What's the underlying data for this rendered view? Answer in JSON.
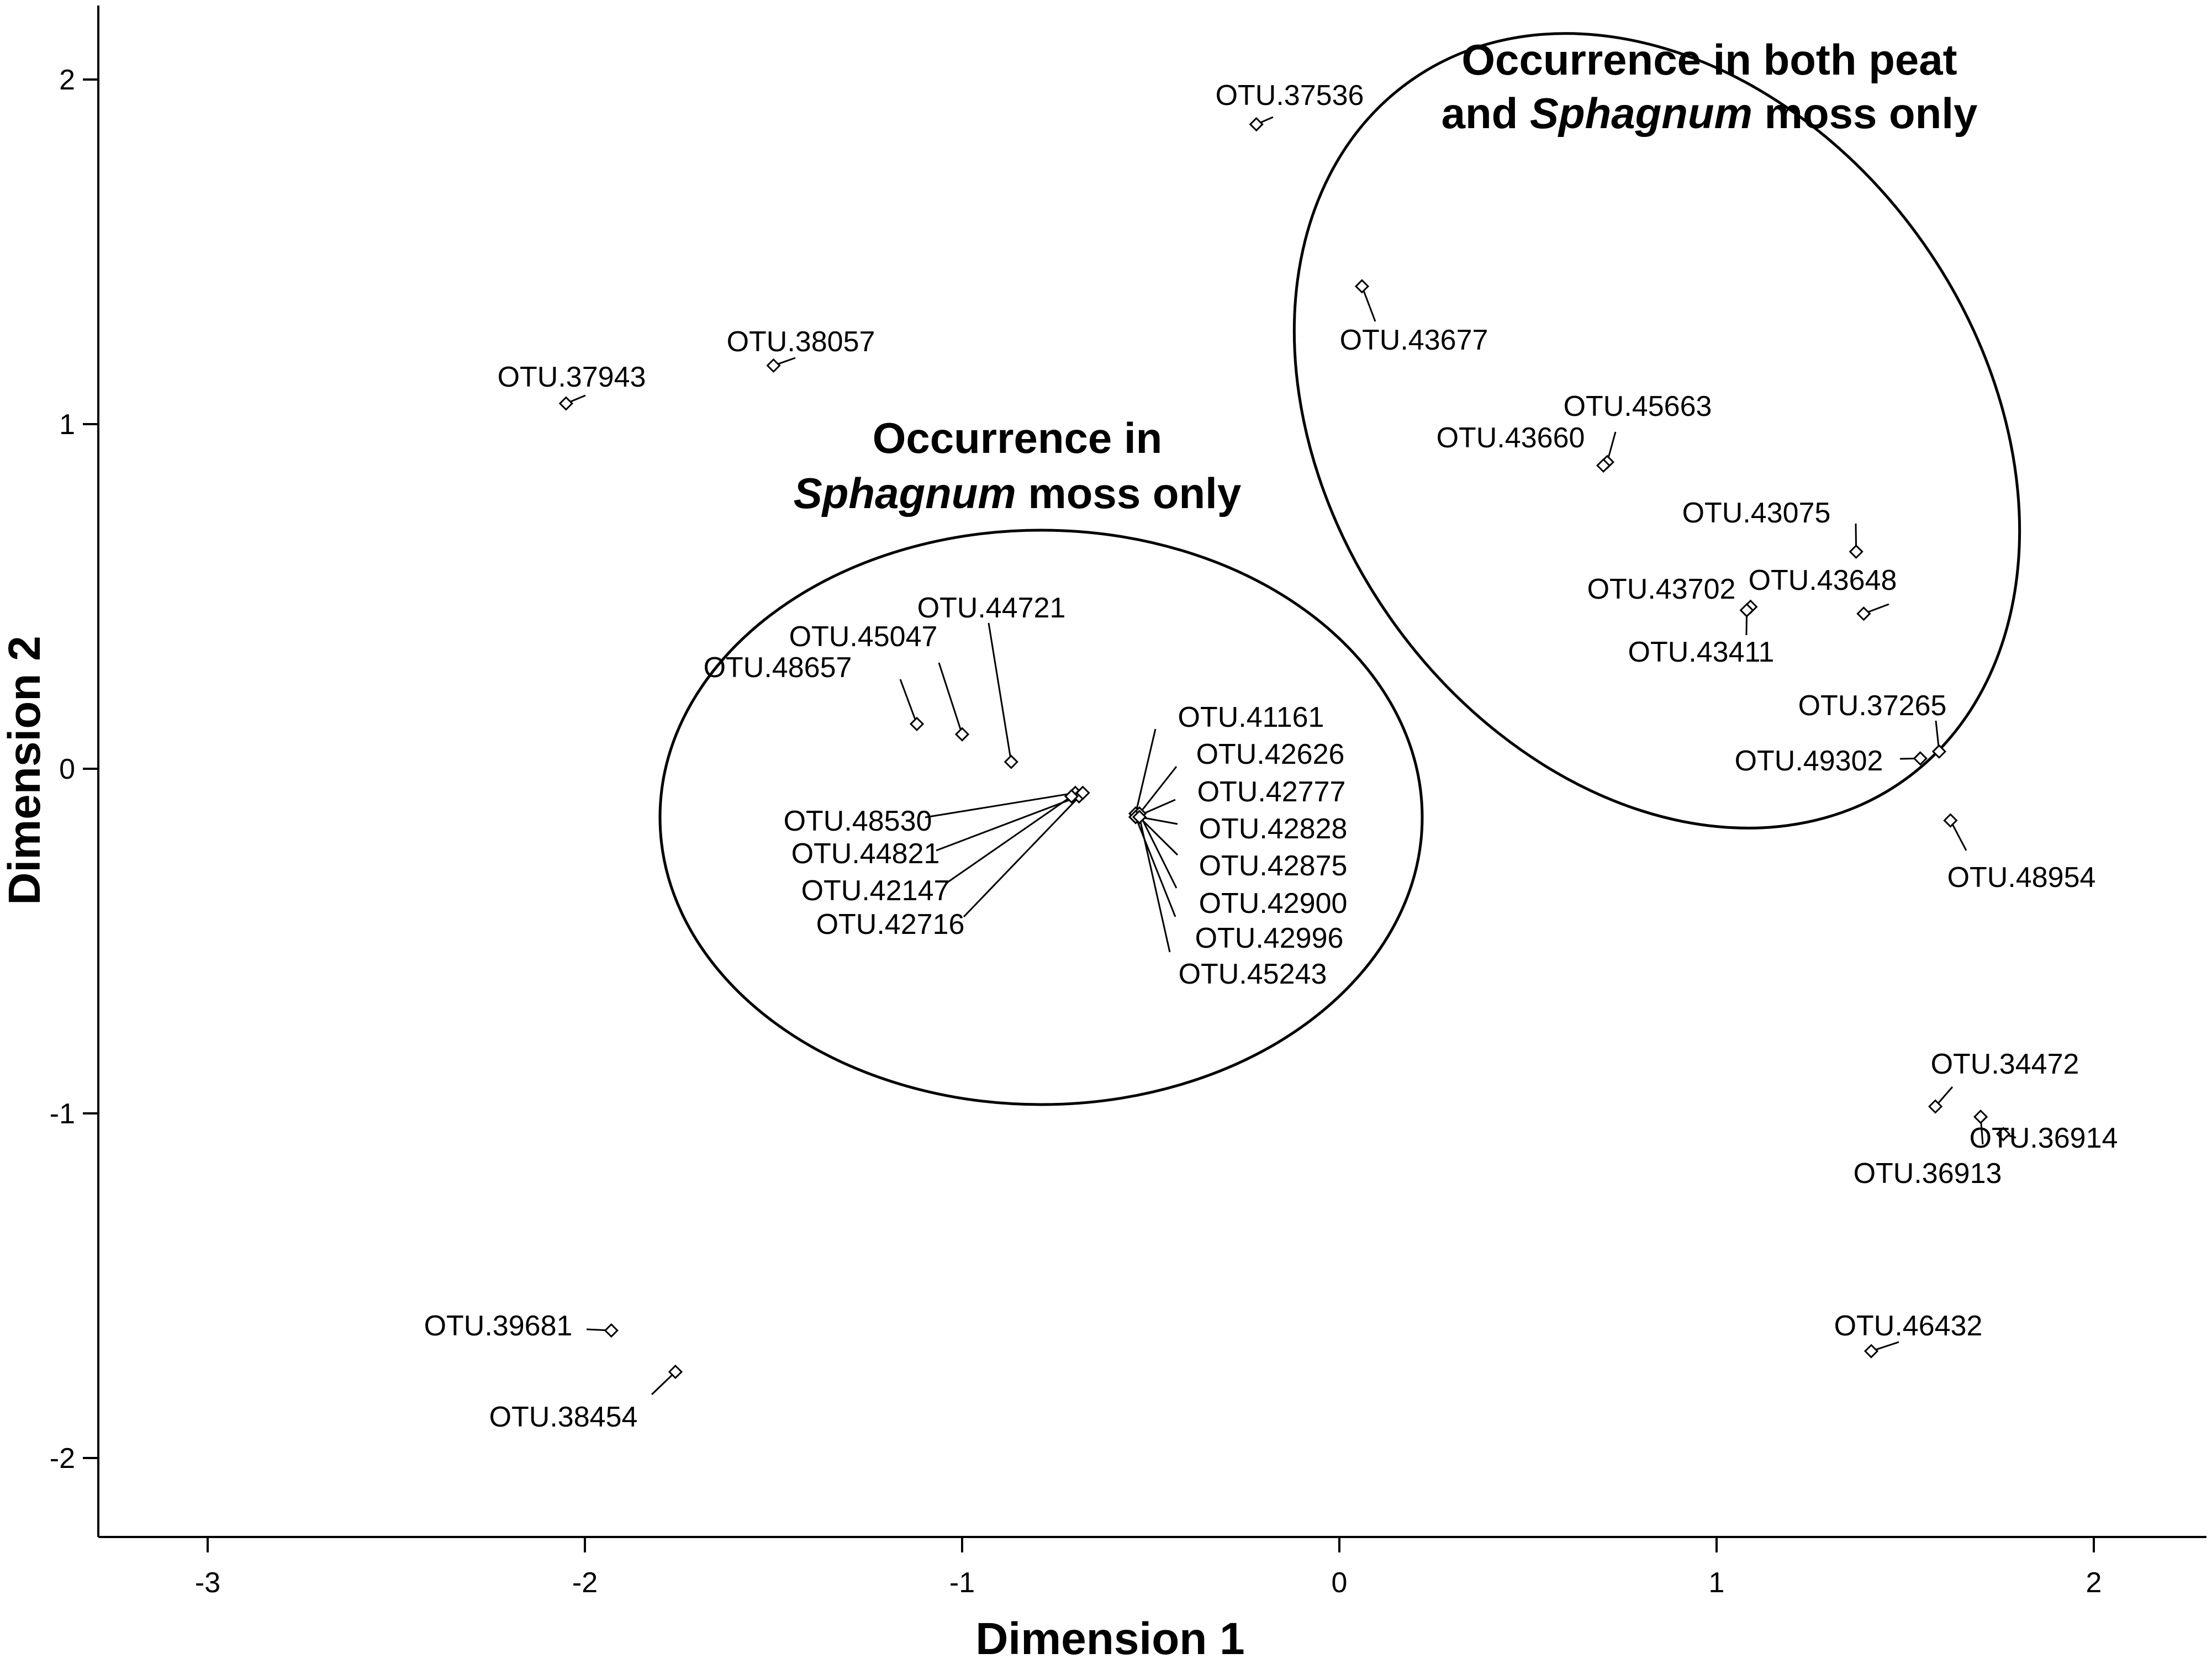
{
  "chart_data": {
    "type": "scatter",
    "xlabel": "Dimension 1",
    "ylabel": "Dimension 2",
    "xlim": [
      -3.28,
      2.28
    ],
    "ylim": [
      -2.22,
      2.22
    ],
    "x_ticks": [
      -3,
      -2,
      -1,
      0,
      1,
      2
    ],
    "y_ticks": [
      -2,
      -1,
      0,
      1,
      2
    ],
    "x_tick_labels": [
      "-3",
      "-2",
      "-1",
      "0",
      "1",
      "2"
    ],
    "y_tick_labels": [
      "-2",
      "-1",
      "0",
      "1",
      "2"
    ],
    "grid": false,
    "marker": "diamond",
    "points": [
      {
        "label": "OTU.37536",
        "x": -0.22,
        "y": 1.87
      },
      {
        "label": "OTU.38057",
        "x": -1.5,
        "y": 1.17
      },
      {
        "label": "OTU.37943",
        "x": -2.05,
        "y": 1.06
      },
      {
        "label": "OTU.43677",
        "x": 0.06,
        "y": 1.4
      },
      {
        "label": "OTU.45663",
        "x": 0.71,
        "y": 0.89
      },
      {
        "label": "OTU.43660",
        "x": 0.7,
        "y": 0.88
      },
      {
        "label": "OTU.43075",
        "x": 1.37,
        "y": 0.63
      },
      {
        "label": "OTU.43648",
        "x": 1.39,
        "y": 0.45
      },
      {
        "label": "OTU.43702",
        "x": 1.09,
        "y": 0.47
      },
      {
        "label": "OTU.43411",
        "x": 1.08,
        "y": 0.46
      },
      {
        "label": "OTU.37265",
        "x": 1.59,
        "y": 0.05
      },
      {
        "label": "OTU.49302",
        "x": 1.54,
        "y": 0.03
      },
      {
        "label": "OTU.48954",
        "x": 1.62,
        "y": -0.15
      },
      {
        "label": "OTU.44721",
        "x": -0.87,
        "y": 0.02
      },
      {
        "label": "OTU.45047",
        "x": -1.0,
        "y": 0.1
      },
      {
        "label": "OTU.48657",
        "x": -1.12,
        "y": 0.13
      },
      {
        "label": "OTU.48530",
        "x": -0.7,
        "y": -0.07
      },
      {
        "label": "OTU.44821",
        "x": -0.69,
        "y": -0.08
      },
      {
        "label": "OTU.42147",
        "x": -0.71,
        "y": -0.08
      },
      {
        "label": "OTU.42716",
        "x": -0.68,
        "y": -0.07
      },
      {
        "label": "OTU.41161",
        "x": -0.54,
        "y": -0.13
      },
      {
        "label": "OTU.42626",
        "x": -0.53,
        "y": -0.13
      },
      {
        "label": "OTU.42777",
        "x": -0.54,
        "y": -0.14
      },
      {
        "label": "OTU.42828",
        "x": -0.53,
        "y": -0.14
      },
      {
        "label": "OTU.42875",
        "x": -0.54,
        "y": -0.13
      },
      {
        "label": "OTU.42900",
        "x": -0.53,
        "y": -0.13
      },
      {
        "label": "OTU.42996",
        "x": -0.54,
        "y": -0.14
      },
      {
        "label": "OTU.45243",
        "x": -0.53,
        "y": -0.14
      },
      {
        "label": "OTU.34472",
        "x": 1.58,
        "y": -0.98
      },
      {
        "label": "OTU.36913",
        "x": 1.7,
        "y": -1.01
      },
      {
        "label": "OTU.36914",
        "x": 1.76,
        "y": -1.06
      },
      {
        "label": "OTU.39681",
        "x": -1.93,
        "y": -1.63
      },
      {
        "label": "OTU.38454",
        "x": -1.76,
        "y": -1.75
      },
      {
        "label": "OTU.46432",
        "x": 1.41,
        "y": -1.69
      }
    ],
    "annotations": [
      {
        "id": "sphagnum-only",
        "lines": [
          [
            {
              "t": "Occurrence in",
              "italic": false
            }
          ],
          [
            {
              "t": "Sphagnum",
              "italic": true
            },
            {
              "t": " moss only",
              "italic": false
            }
          ]
        ]
      },
      {
        "id": "peat-and-sphagnum",
        "lines": [
          [
            {
              "t": "Occurrence in both peat",
              "italic": false
            }
          ],
          [
            {
              "t": "and ",
              "italic": false
            },
            {
              "t": "Sphagnum",
              "italic": true
            },
            {
              "t": " moss only",
              "italic": false
            }
          ]
        ]
      }
    ]
  }
}
